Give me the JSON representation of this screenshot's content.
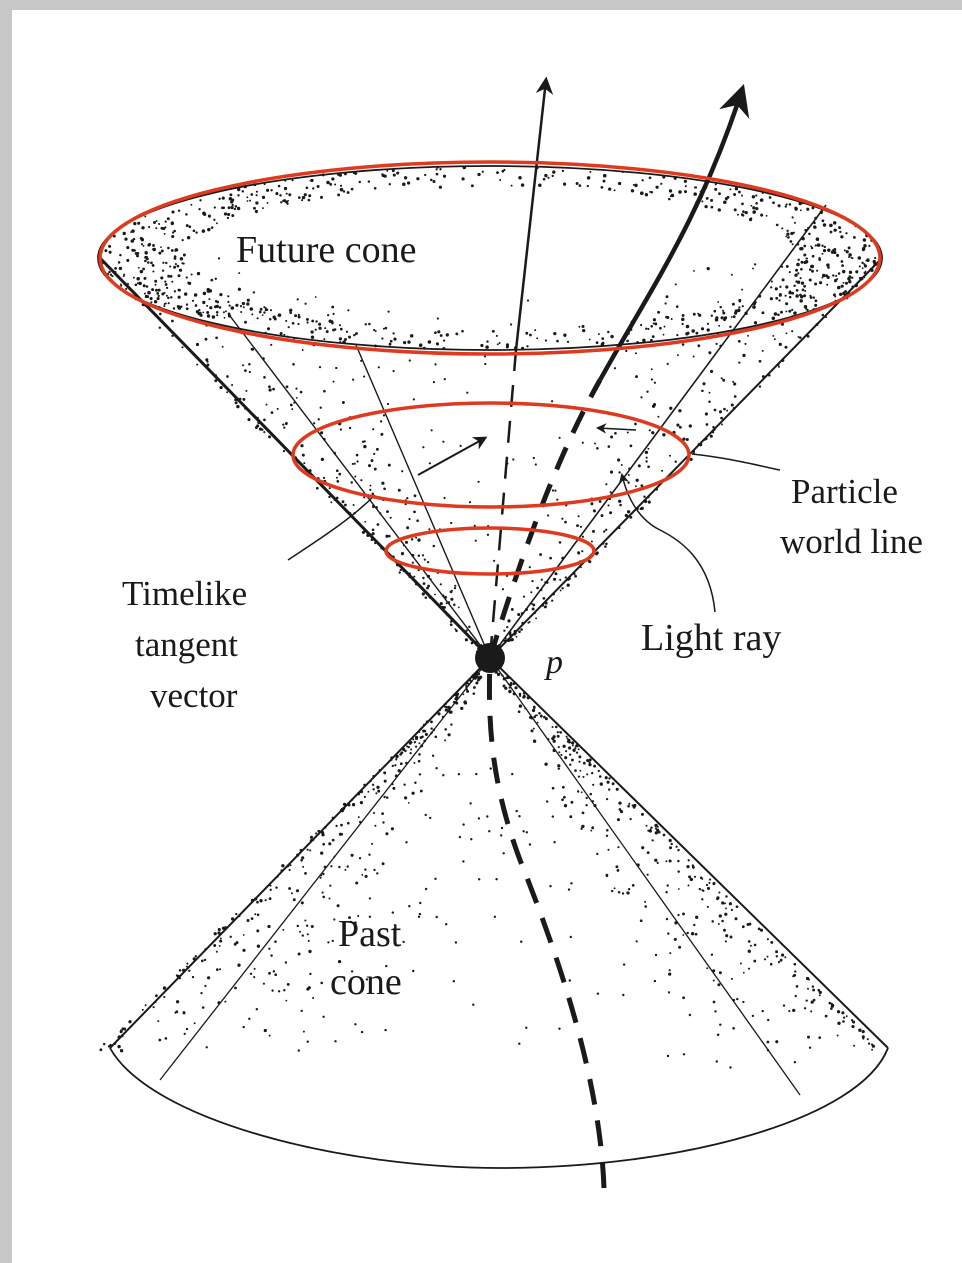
{
  "labels": {
    "future_cone": "Future cone",
    "past_cone": [
      "Past",
      "cone"
    ],
    "particle_world_line": [
      "Particle",
      "world line"
    ],
    "timelike_tangent_vector": [
      "Timelike",
      "tangent",
      "vector"
    ],
    "light_ray": "Light ray",
    "event_point": "p"
  },
  "colors": {
    "ink": "#1a1a1a",
    "highlight": "#e03a1e",
    "paper": "#ffffff",
    "frame": "#c8c8c8"
  }
}
